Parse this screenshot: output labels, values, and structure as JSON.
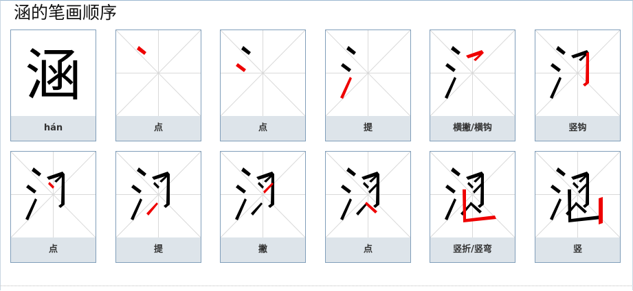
{
  "page": {
    "title": "涵的笔画顺序"
  },
  "character": "涵",
  "colors": {
    "highlight": "#ee0000",
    "ink": "#000000",
    "guide": "#d9d9d9",
    "caption_bg": "#dde4ea",
    "border": "#7f9db9"
  },
  "cards": [
    {
      "label": "hán",
      "type": "full"
    },
    {
      "label": "点",
      "step": 1
    },
    {
      "label": "点",
      "step": 2
    },
    {
      "label": "提",
      "step": 3
    },
    {
      "label": "横撇/横钩",
      "step": 4
    },
    {
      "label": "竖钩",
      "step": 5
    },
    {
      "label": "点",
      "step": 6
    },
    {
      "label": "提",
      "step": 7
    },
    {
      "label": "撇",
      "step": 8
    },
    {
      "label": "点",
      "step": 9
    },
    {
      "label": "竖折/竖弯",
      "step": 10
    },
    {
      "label": "竖",
      "step": 11
    }
  ]
}
